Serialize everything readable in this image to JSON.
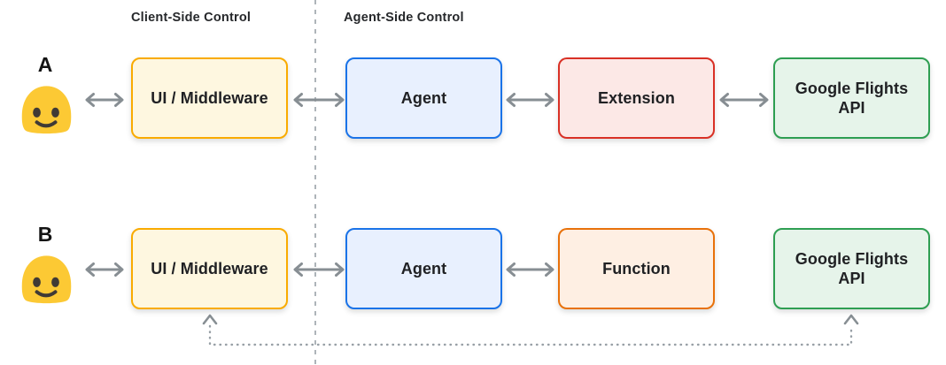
{
  "zones": [
    {
      "label": "Client-Side Control"
    },
    {
      "label": "Agent-Side Control"
    }
  ],
  "palette": {
    "yellow": {
      "border": "#F9AB00",
      "fill": "#FEF7E0"
    },
    "blue": {
      "border": "#1A73E8",
      "fill": "#E8F0FE"
    },
    "red": {
      "border": "#D93025",
      "fill": "#FCE8E6"
    },
    "green": {
      "border": "#2E9E52",
      "fill": "#E6F4EA"
    },
    "orange": {
      "border": "#E8710A",
      "fill": "#FEEFE3"
    },
    "arrow": "#878E93",
    "dotted": "#98A0A6",
    "divider": "#AEB4B9",
    "text": "#202124",
    "emoji_body": "#FCC934",
    "emoji_face": "#403A35"
  },
  "rows": [
    {
      "label": "A",
      "actor": "user-emoji",
      "boxes": [
        {
          "label": "UI / Middleware",
          "color": "yellow"
        },
        {
          "label": "Agent",
          "color": "blue"
        },
        {
          "label": "Extension",
          "color": "red"
        },
        {
          "label": "Google Flights API",
          "color": "green"
        }
      ],
      "connections": [
        "user <-> UI / Middleware",
        "UI / Middleware <-> Agent",
        "Agent <-> Extension",
        "Extension <-> Google Flights API"
      ]
    },
    {
      "label": "B",
      "actor": "user-emoji",
      "boxes": [
        {
          "label": "UI / Middleware",
          "color": "yellow"
        },
        {
          "label": "Agent",
          "color": "blue"
        },
        {
          "label": "Function",
          "color": "orange"
        },
        {
          "label": "Google Flights API",
          "color": "green"
        }
      ],
      "connections": [
        "user <-> UI / Middleware",
        "UI / Middleware <-> Agent",
        "Agent <-> Function",
        "UI / Middleware <..dotted..> Google Flights API"
      ]
    }
  ]
}
